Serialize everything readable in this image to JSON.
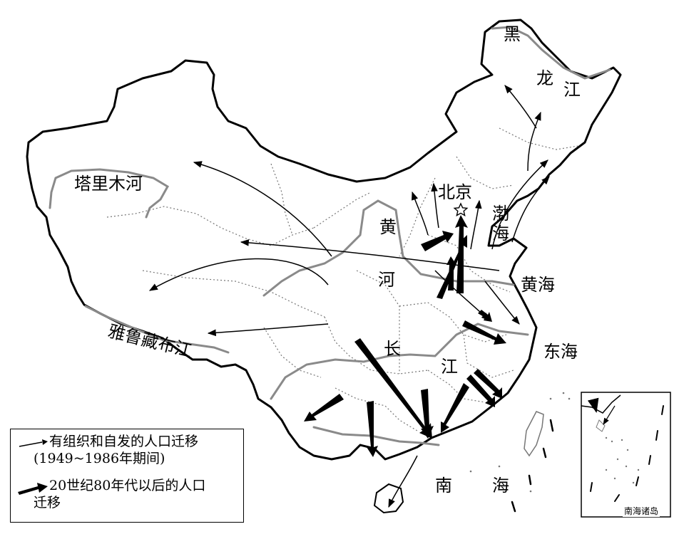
{
  "places": {
    "heilongjiang": [
      "黑",
      "龙",
      "江"
    ],
    "tarim": "塔里木河",
    "beijing": "北京",
    "bohai": [
      "渤",
      "海"
    ],
    "yellow_river": [
      "黄",
      "河"
    ],
    "yellow_sea": "黄海",
    "yarlung": "雅鲁藏布江",
    "changjiang": [
      "长",
      "江"
    ],
    "east_sea": "东海",
    "south_sea": [
      "南",
      "海"
    ]
  },
  "legend": {
    "thin_line1": "有组织和自发的人口迁移",
    "thin_line2": "(1949~1986年期间)",
    "thick_line1": "20世纪80年代以后的人口",
    "thick_line2": "迁移"
  },
  "inset": {
    "label": "南海诸岛"
  },
  "colors": {
    "border": "#000000",
    "province": "#777777",
    "river": "#8a8a8a",
    "arrow": "#000000"
  }
}
